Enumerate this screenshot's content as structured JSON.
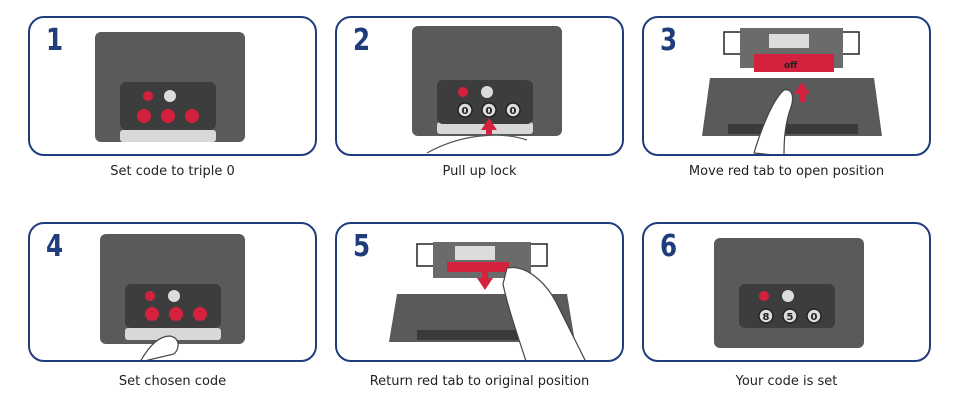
{
  "steps": [
    {
      "number": "1",
      "caption": "Set code to triple 0"
    },
    {
      "number": "2",
      "caption": "Pull up lock"
    },
    {
      "number": "3",
      "caption": "Move red tab to open position"
    },
    {
      "number": "4",
      "caption": "Set chosen code"
    },
    {
      "number": "5",
      "caption": "Return red tab to original position"
    },
    {
      "number": "6",
      "caption": "Your code is set"
    }
  ],
  "dials_step2": [
    "0",
    "0",
    "0"
  ],
  "dials_step6": [
    "8",
    "5",
    "0"
  ],
  "tab_label": "off",
  "colors": {
    "border": "#1f3d7a",
    "case": "#5a5a5a",
    "red": "#d4213d",
    "dark": "#3a3a3a"
  }
}
